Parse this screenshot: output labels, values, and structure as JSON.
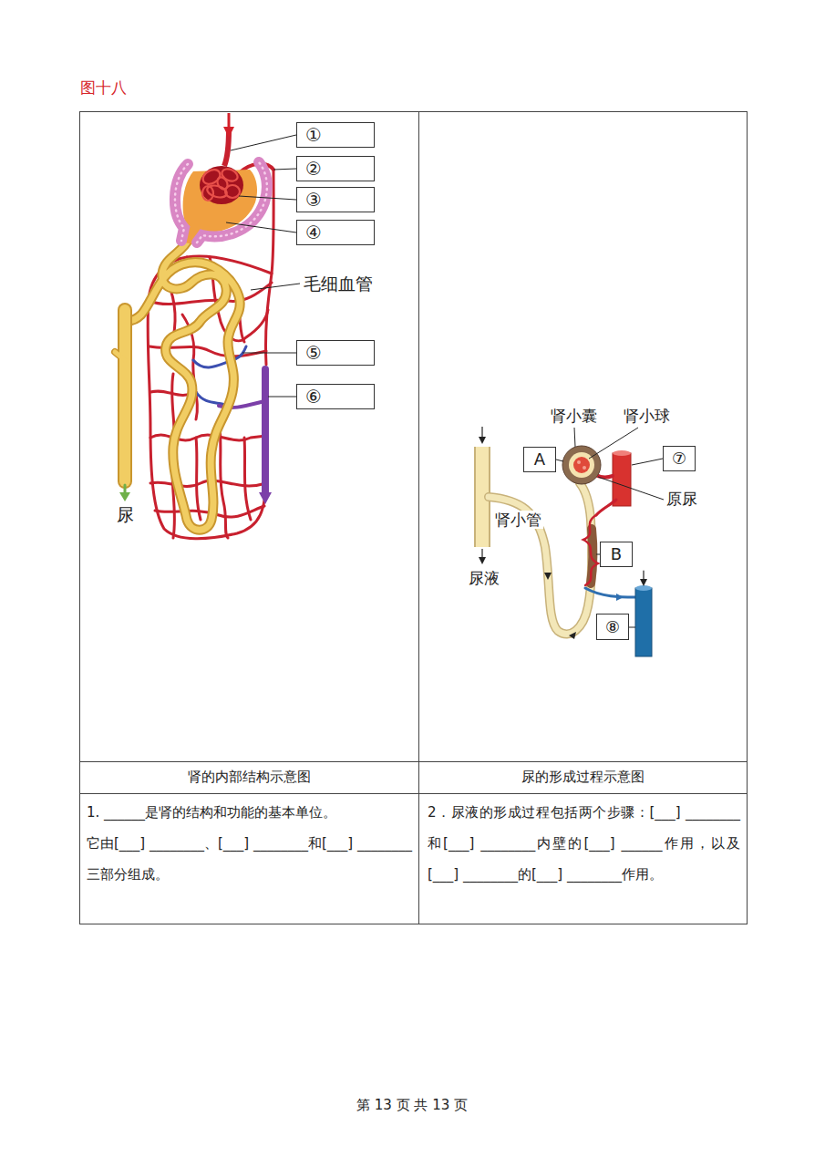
{
  "diagram": {
    "title": "图十八",
    "nodes": [
      {
        "text": [
          "①"
        ]
      },
      {
        "text": [
          "②"
        ]
      },
      {
        "text": [
          "③"
        ]
      },
      {
        "text": [
          "④"
        ]
      },
      {
        "text": [
          "⑤"
        ]
      },
      {
        "text": [
          "⑥"
        ]
      },
      {
        "text": [
          "A"
        ]
      },
      {
        "text": [
          "⑦"
        ]
      },
      {
        "text": [
          "B"
        ]
      },
      {
        "text": [
          "⑧"
        ]
      }
    ],
    "labels": [
      "毛细血管",
      "尿",
      "肾小囊",
      "肾小球",
      "原尿",
      "肾小管",
      "尿液",
      "肾的内部结构示意图",
      "尿的形成过程示意图",
      "1. ______是肾的结构和功能的基本单位。",
      "它由[___] ________、[___] ________和[___] ________三部分组成。",
      "2．尿液的形成过程包括两个步骤：[___] ________和[___] ________内壁的[___] ______作用，以及[___] ________的[___] ________作用。",
      "第 13 页 共 13 页"
    ]
  }
}
